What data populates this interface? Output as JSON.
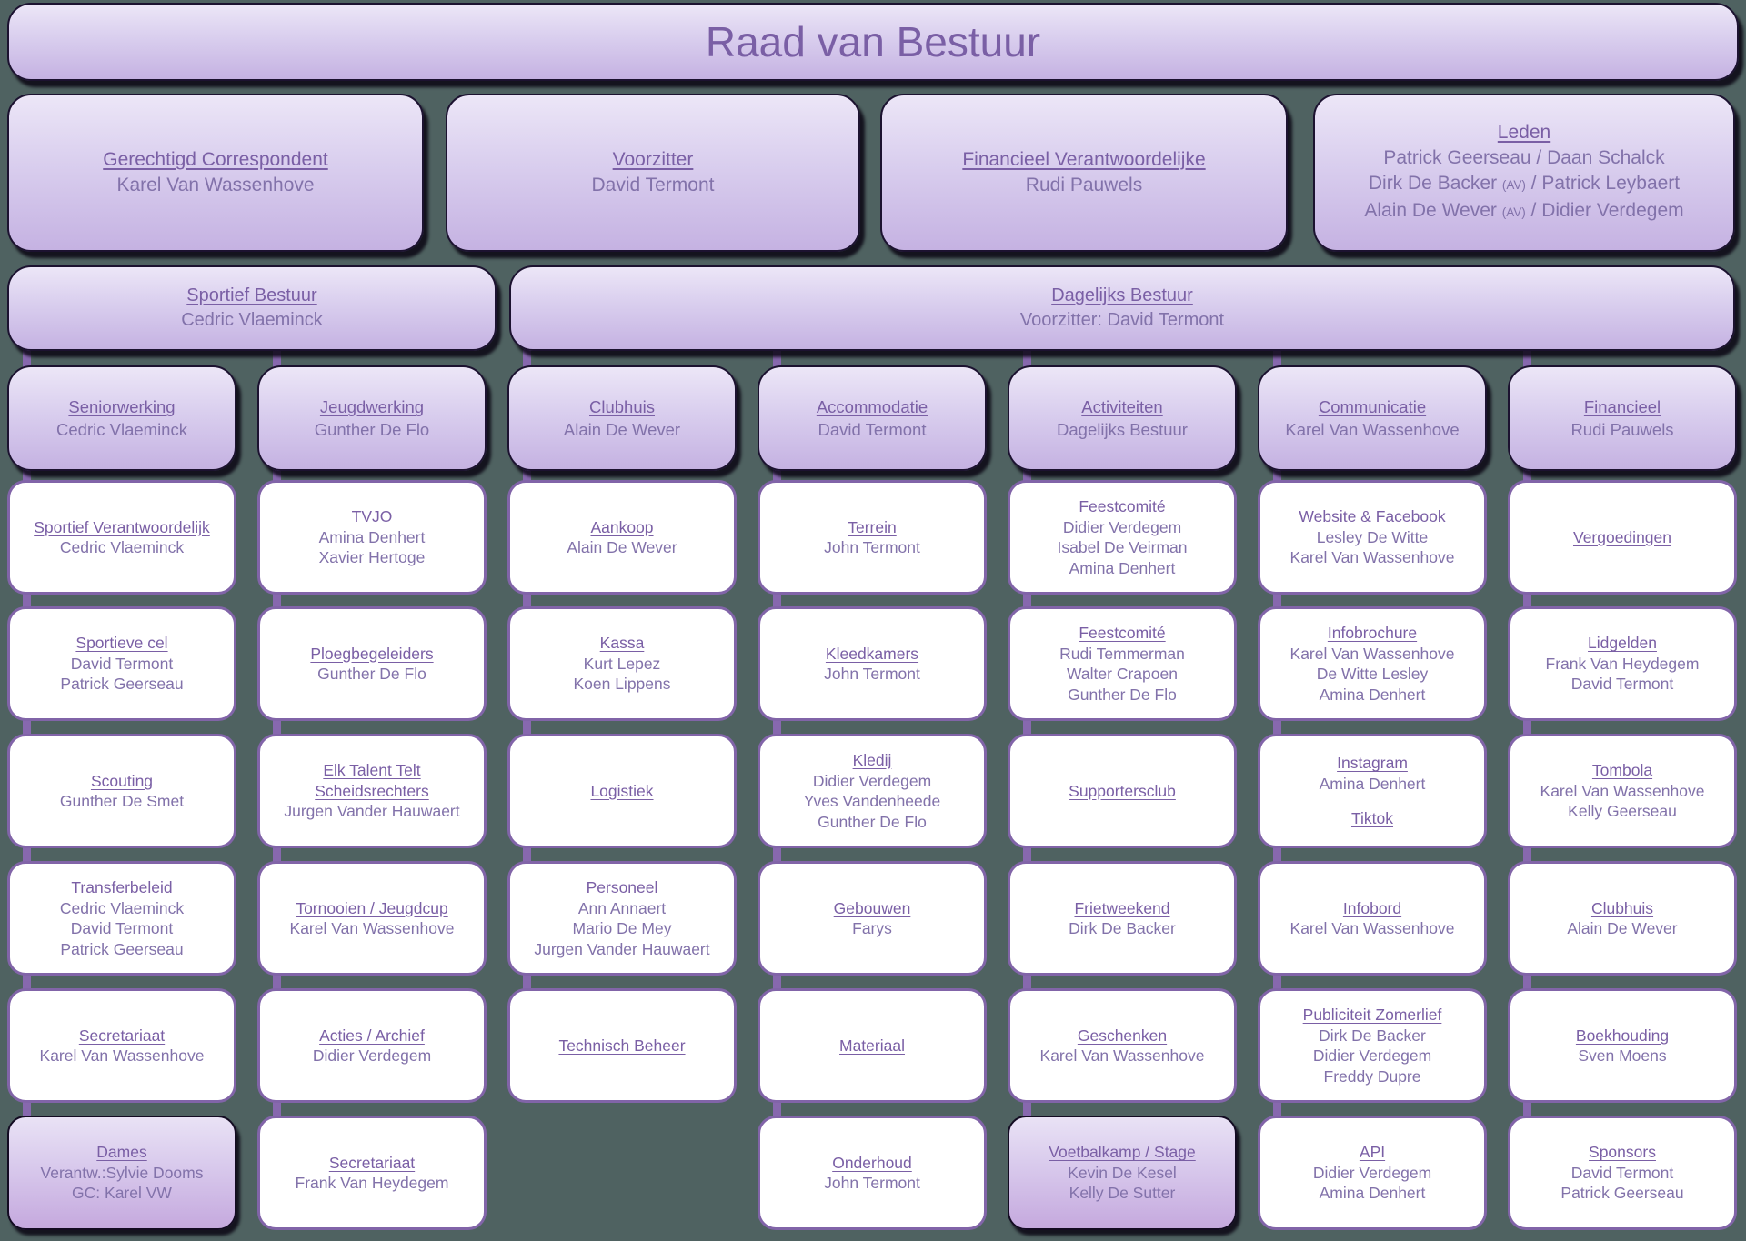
{
  "title": {
    "label": "Raad van Bestuur"
  },
  "colors": {
    "background": "#4f6261",
    "box_gradient_top": "#ece6f7",
    "box_gradient_bottom": "#c5b2e2",
    "box_text": "#7a5fa5",
    "cell_border": "#8164a8",
    "connector": "#8768ae"
  },
  "board_row": [
    {
      "title": "Gerechtigd Correspondent",
      "names": [
        "Karel Van Wassenhove"
      ]
    },
    {
      "title": "Voorzitter",
      "names": [
        "David Termont"
      ]
    },
    {
      "title": "Financieel Verantwoordelijke",
      "names": [
        "Rudi Pauwels"
      ]
    },
    {
      "title": "Leden",
      "lines": [
        {
          "segments": [
            {
              "text": "Patrick Geerseau / Daan Schalck"
            }
          ]
        },
        {
          "segments": [
            {
              "text": "Dirk De Backer "
            },
            {
              "text": "(AV)",
              "small": true
            },
            {
              "text": " / Patrick Leybaert"
            }
          ]
        },
        {
          "segments": [
            {
              "text": "Alain De Wever "
            },
            {
              "text": "(AV)",
              "small": true
            },
            {
              "text": " / Didier Verdegem"
            }
          ]
        }
      ]
    }
  ],
  "middle_row": [
    {
      "title": "Sportief Bestuur",
      "names": [
        "Cedric Vlaeminck"
      ]
    },
    {
      "title": "Dagelijks Bestuur",
      "names": [
        "Voorzitter: David Termont"
      ]
    }
  ],
  "columns": [
    {
      "header": {
        "title": "Seniorwerking",
        "names": [
          "Cedric Vlaeminck"
        ]
      },
      "cells": [
        {
          "row": 1,
          "titles": [
            "Sportief Verantwoordelijk"
          ],
          "names": [
            "Cedric Vlaeminck"
          ]
        },
        {
          "row": 2,
          "titles": [
            "Sportieve cel"
          ],
          "names": [
            "David Termont",
            "Patrick Geerseau"
          ]
        },
        {
          "row": 3,
          "titles": [
            "Scouting"
          ],
          "names": [
            "Gunther De Smet"
          ]
        },
        {
          "row": 4,
          "titles": [
            "Transferbeleid"
          ],
          "names": [
            "Cedric Vlaeminck",
            "David Termont",
            "Patrick Geerseau"
          ]
        },
        {
          "row": 5,
          "titles": [
            "Secretariaat"
          ],
          "names": [
            "Karel Van Wassenhove"
          ]
        },
        {
          "row": 6,
          "titles": [
            "Dames"
          ],
          "names": [
            "Verantw.:Sylvie Dooms",
            "GC: Karel VW"
          ],
          "accent": true
        }
      ]
    },
    {
      "header": {
        "title": "Jeugdwerking",
        "names": [
          "Gunther De Flo"
        ]
      },
      "cells": [
        {
          "row": 1,
          "titles": [
            "TVJO"
          ],
          "names": [
            "Amina Denhert",
            "Xavier Hertoge"
          ]
        },
        {
          "row": 2,
          "titles": [
            "Ploegbegeleiders"
          ],
          "names": [
            "Gunther De Flo"
          ]
        },
        {
          "row": 3,
          "titles": [
            "Elk Talent Telt",
            "Scheidsrechters"
          ],
          "names": [
            "Jurgen Vander Hauwaert"
          ]
        },
        {
          "row": 4,
          "titles": [
            "Tornooien / Jeugdcup"
          ],
          "names": [
            "Karel Van Wassenhove"
          ]
        },
        {
          "row": 5,
          "titles": [
            "Acties / Archief"
          ],
          "names": [
            "Didier Verdegem"
          ]
        },
        {
          "row": 6,
          "titles": [
            "Secretariaat"
          ],
          "names": [
            "Frank Van Heydegem"
          ]
        }
      ]
    },
    {
      "header": {
        "title": "Clubhuis",
        "names": [
          "Alain De Wever"
        ]
      },
      "cells": [
        {
          "row": 1,
          "titles": [
            "Aankoop"
          ],
          "names": [
            "Alain De Wever"
          ]
        },
        {
          "row": 2,
          "titles": [
            "Kassa"
          ],
          "names": [
            "Kurt Lepez",
            "Koen Lippens"
          ]
        },
        {
          "row": 3,
          "titles": [
            "Logistiek"
          ],
          "names": []
        },
        {
          "row": 4,
          "titles": [
            "Personeel"
          ],
          "names": [
            "Ann Annaert",
            "Mario De Mey",
            "Jurgen Vander Hauwaert"
          ]
        },
        {
          "row": 5,
          "titles": [
            "Technisch Beheer"
          ],
          "names": []
        }
      ]
    },
    {
      "header": {
        "title": "Accommodatie",
        "names": [
          "David Termont"
        ]
      },
      "cells": [
        {
          "row": 1,
          "titles": [
            "Terrein"
          ],
          "names": [
            "John Termont"
          ]
        },
        {
          "row": 2,
          "titles": [
            "Kleedkamers"
          ],
          "names": [
            "John Termont"
          ]
        },
        {
          "row": 3,
          "titles": [
            "Kledij"
          ],
          "names": [
            "Didier Verdegem",
            "Yves Vandenheede",
            "Gunther De Flo"
          ]
        },
        {
          "row": 4,
          "titles": [
            "Gebouwen"
          ],
          "names": [
            "Farys"
          ]
        },
        {
          "row": 5,
          "titles": [
            "Materiaal"
          ],
          "names": []
        },
        {
          "row": 6,
          "titles": [
            "Onderhoud"
          ],
          "names": [
            "John Termont"
          ]
        }
      ]
    },
    {
      "header": {
        "title": "Activiteiten",
        "names": [
          "Dagelijks Bestuur"
        ]
      },
      "cells": [
        {
          "row": 1,
          "titles": [
            "Feestcomité"
          ],
          "names": [
            "Didier Verdegem",
            "Isabel De Veirman",
            "Amina Denhert"
          ]
        },
        {
          "row": 2,
          "titles": [
            "Feestcomité"
          ],
          "names": [
            "Rudi Temmerman",
            "Walter Crapoen",
            "Gunther De Flo"
          ]
        },
        {
          "row": 3,
          "titles": [
            "Supportersclub"
          ],
          "names": []
        },
        {
          "row": 4,
          "titles": [
            "Frietweekend"
          ],
          "names": [
            "Dirk De Backer"
          ]
        },
        {
          "row": 5,
          "titles": [
            "Geschenken"
          ],
          "names": [
            "Karel Van Wassenhove"
          ]
        },
        {
          "row": 6,
          "titles": [
            "Voetbalkamp / Stage"
          ],
          "names": [
            "Kevin De Kesel",
            "Kelly De Sutter"
          ],
          "accent": true
        }
      ]
    },
    {
      "header": {
        "title": "Communicatie",
        "names": [
          "Karel Van Wassenhove"
        ]
      },
      "cells": [
        {
          "row": 1,
          "titles": [
            "Website & Facebook"
          ],
          "names": [
            "Lesley De Witte",
            "Karel Van Wassenhove"
          ]
        },
        {
          "row": 2,
          "titles": [
            "Infobrochure"
          ],
          "names": [
            "Karel Van Wassenhove",
            "De Witte Lesley",
            "Amina Denhert"
          ]
        },
        {
          "row": 3,
          "titles": [
            "Instagram"
          ],
          "names": [
            "Amina Denhert"
          ],
          "footer_title": "Tiktok"
        },
        {
          "row": 4,
          "titles": [
            "Infobord"
          ],
          "names": [
            "Karel Van Wassenhove"
          ]
        },
        {
          "row": 5,
          "titles": [
            "Publiciteit Zomerlief"
          ],
          "names": [
            "Dirk De Backer",
            "Didier Verdegem",
            "Freddy Dupre"
          ]
        },
        {
          "row": 6,
          "titles": [
            "API"
          ],
          "names": [
            "Didier Verdegem",
            "Amina Denhert"
          ]
        }
      ]
    },
    {
      "header": {
        "title": "Financieel",
        "names": [
          "Rudi Pauwels"
        ]
      },
      "cells": [
        {
          "row": 1,
          "titles": [
            "Vergoedingen"
          ],
          "names": []
        },
        {
          "row": 2,
          "titles": [
            "Lidgelden"
          ],
          "names": [
            "Frank Van Heydegem",
            "David Termont"
          ]
        },
        {
          "row": 3,
          "titles": [
            "Tombola"
          ],
          "names": [
            "Karel Van Wassenhove",
            "Kelly Geerseau"
          ]
        },
        {
          "row": 4,
          "titles": [
            "Clubhuis"
          ],
          "names": [
            "Alain De Wever"
          ]
        },
        {
          "row": 5,
          "titles": [
            "Boekhouding"
          ],
          "names": [
            "Sven Moens"
          ]
        },
        {
          "row": 6,
          "titles": [
            "Sponsors"
          ],
          "names": [
            "David Termont",
            "Patrick Geerseau"
          ]
        }
      ]
    }
  ]
}
